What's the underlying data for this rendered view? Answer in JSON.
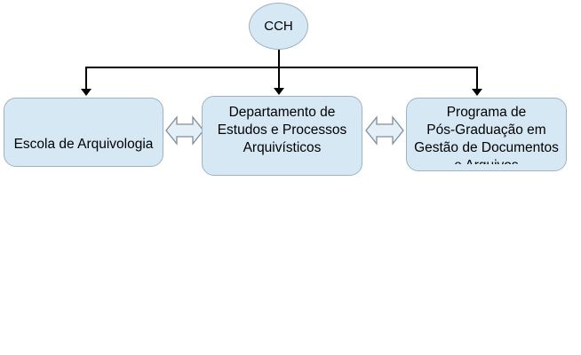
{
  "colors": {
    "background": "#ffffff",
    "node_fill": "#d6e8f4",
    "node_border": "#9db3c2",
    "arrow_fill": "#e4eff8",
    "arrow_border": "#7e8f9a",
    "connector": "#000000",
    "text": "#000000"
  },
  "org_chart": {
    "root": {
      "label": "CCH"
    },
    "children": [
      {
        "name": "escola",
        "lines": [
          "Escola de Arquivologia"
        ]
      },
      {
        "name": "departamento",
        "lines": [
          "Departamento de",
          "Estudos e Processos",
          "Arquivísticos"
        ]
      },
      {
        "name": "programa",
        "lines": [
          "Programa de",
          "Pós-Graduação em",
          "Gestão de Documentos",
          "e Arquivos"
        ]
      }
    ]
  }
}
